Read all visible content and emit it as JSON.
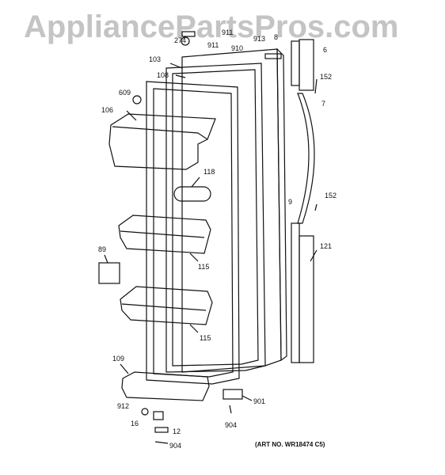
{
  "watermark": "AppliancePartsPros.com",
  "art_number": "(ART NO. WR18474 C5)",
  "callouts": {
    "c274": "274",
    "c911a": "911",
    "c911b": "911",
    "c910": "910",
    "c913": "913",
    "c8": "8",
    "c6": "6",
    "c103": "103",
    "c108": "108",
    "c609": "609",
    "c106": "106",
    "c152a": "152",
    "c7": "7",
    "c118": "118",
    "c152b": "152",
    "c9": "9",
    "c89": "89",
    "c121": "121",
    "c115a": "115",
    "c115b": "115",
    "c109": "109",
    "c901": "901",
    "c912": "912",
    "c16": "16",
    "c904a": "904",
    "c12": "12",
    "c904b": "904"
  }
}
